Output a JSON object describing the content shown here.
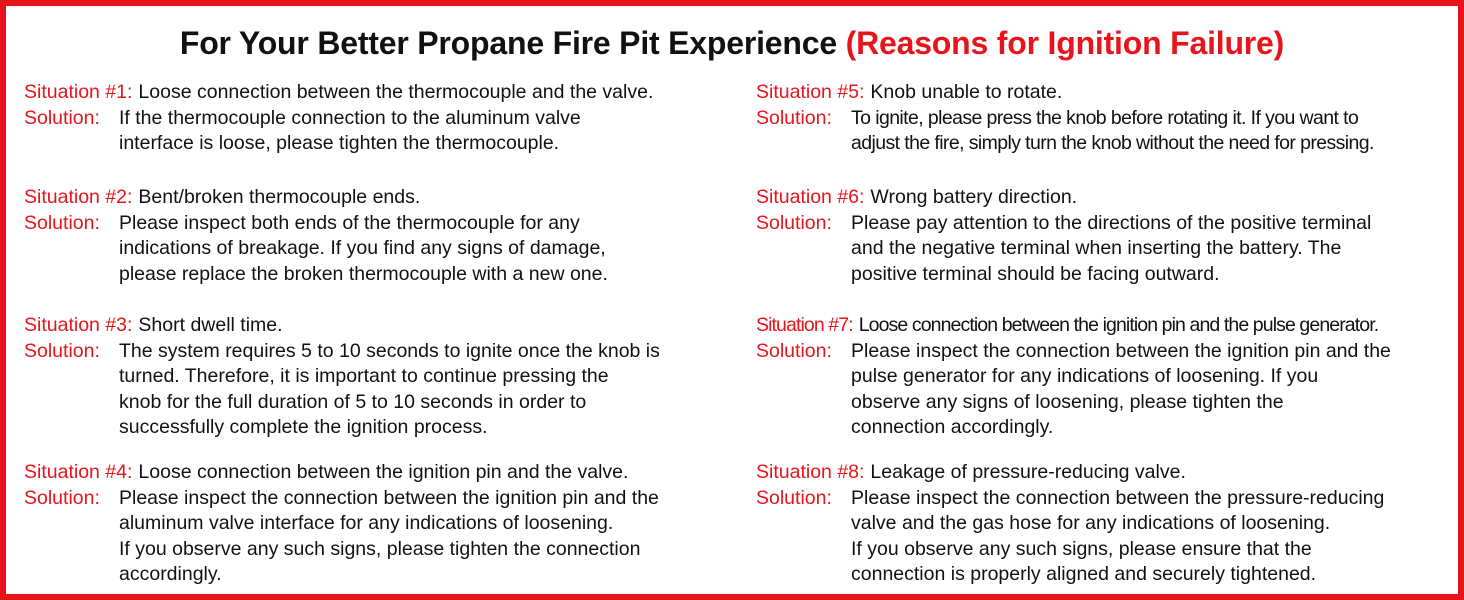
{
  "title": {
    "main": "For Your Better Propane Fire Pit Experience",
    "accent": "(Reasons for Ignition Failure)"
  },
  "labels": {
    "situation_1": "Situation #1:",
    "situation_2": "Situation #2:",
    "situation_3": "Situation #3:",
    "situation_4": "Situation #4:",
    "situation_5": "Situation #5:",
    "situation_6": "Situation #6:",
    "situation_7": "Situation #7:",
    "situation_8": "Situation #8:",
    "solution": "Solution:"
  },
  "situations": [
    {
      "problem": "Loose connection between the thermocouple and the valve.",
      "solution": "If the thermocouple connection to the aluminum valve\ninterface is loose, please tighten the thermocouple."
    },
    {
      "problem": "Bent/broken thermocouple ends.",
      "solution": "Please inspect both ends of the thermocouple for any\nindications of breakage. If you find any signs of damage,\nplease replace the broken thermocouple with a new one."
    },
    {
      "problem": "Short dwell time.",
      "solution": "The system requires 5 to 10 seconds to ignite once the knob is\nturned. Therefore, it is important to continue pressing the\nknob for the full duration of 5 to 10 seconds in order to\nsuccessfully complete the ignition process."
    },
    {
      "problem": "Loose connection between the ignition pin and the valve.",
      "solution": "Please inspect the connection between the ignition pin and the\naluminum valve interface for any indications of loosening.\nIf you observe any such signs, please tighten the connection\naccordingly."
    },
    {
      "problem": "Knob unable to rotate.",
      "solution": "To ignite, please press the knob before rotating it. If you want to\nadjust the fire, simply turn the knob without the need for pressing."
    },
    {
      "problem": "Wrong battery direction.",
      "solution": "Please pay attention to the directions of the positive terminal\nand the negative terminal when inserting the battery. The\npositive terminal should be facing outward."
    },
    {
      "problem": "Loose connection between the ignition pin and the pulse generator.",
      "solution": "Please inspect the connection between the ignition pin and the\npulse generator for any indications of loosening. If you\nobserve any signs of loosening, please tighten the\nconnection accordingly."
    },
    {
      "problem": "Leakage of pressure-reducing valve.",
      "solution": "Please inspect the connection between the pressure-reducing\nvalve and the gas hose for any indications of loosening.\nIf you observe any such signs, please ensure that the\nconnection is properly aligned and securely tightened."
    }
  ],
  "colors": {
    "accent": "#e8141b",
    "text": "#111111",
    "background": "#ffffff"
  }
}
